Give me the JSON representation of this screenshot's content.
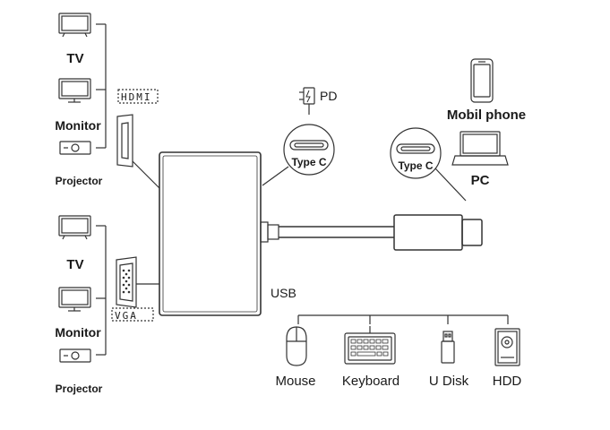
{
  "left_hdmi_group": {
    "tv": "TV",
    "monitor": "Monitor",
    "projector": "Projector",
    "port": "HDMI"
  },
  "left_vga_group": {
    "tv": "TV",
    "monitor": "Monitor",
    "projector": "Projector",
    "port": "VGA"
  },
  "pd": {
    "label": "PD",
    "port": "Type C"
  },
  "right_group": {
    "phone": "Mobil phone",
    "pc": "PC",
    "port": "Type C"
  },
  "usb": {
    "label": "USB",
    "devices": [
      "Mouse",
      "Keyboard",
      "U Disk",
      "HDD"
    ]
  },
  "icons": [
    "tv-icon",
    "monitor-icon",
    "projector-icon",
    "hdmi-port-icon",
    "vga-port-icon",
    "pd-plug-icon",
    "type-c-port-icon",
    "phone-icon",
    "laptop-icon",
    "usb-c-plug-icon",
    "mouse-icon",
    "keyboard-icon",
    "usb-disk-icon",
    "hdd-icon"
  ]
}
